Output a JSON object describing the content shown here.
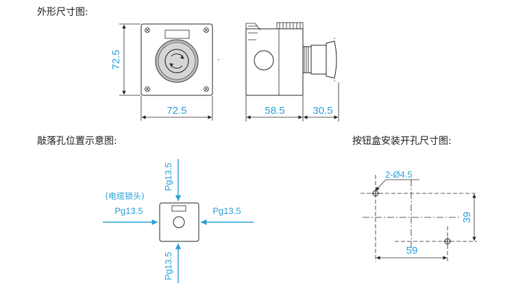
{
  "headings": {
    "outline_dimensions": "外形尺寸图:",
    "knockout_positions": "敲落孔位置示意图:",
    "mounting_hole": "按钮盒安装开孔尺寸图:"
  },
  "outline": {
    "height_label": "72.5",
    "width_label": "72.5",
    "depth_label": "58.5",
    "protrusion_label": "30.5"
  },
  "knockout": {
    "cable_lock_note": "(电缆锁头)",
    "top_label": "Pg13.5",
    "left_label": "Pg13.5",
    "right_label": "Pg13.5",
    "bottom_label": "Pg13.5"
  },
  "mounting": {
    "hole_label": "2-Ø4.5",
    "vertical_label": "39",
    "horizontal_label": "59"
  },
  "colors": {
    "dimension_text": "#2a9fd6",
    "line": "#222222"
  }
}
